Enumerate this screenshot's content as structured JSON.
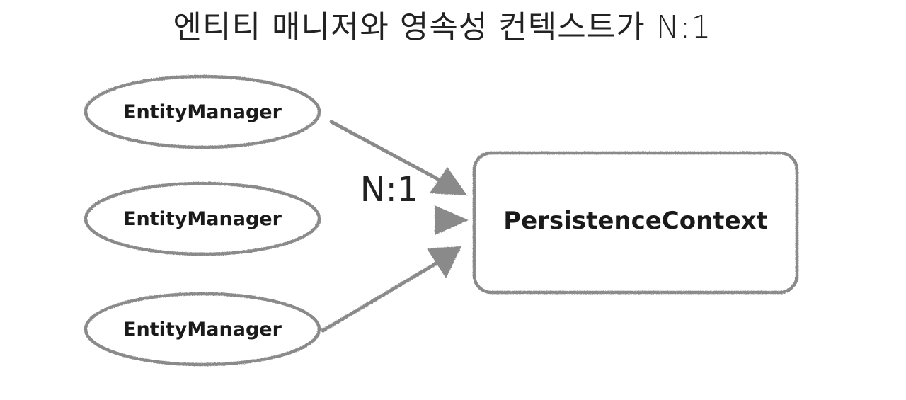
{
  "title": "엔티티 매니저와 영속성 컨텍스트가 N:1",
  "nodes": {
    "managers": [
      {
        "label": "EntityManager"
      },
      {
        "label": "EntityManager"
      },
      {
        "label": "EntityManager"
      }
    ],
    "context": {
      "label": "PersistenceContext"
    }
  },
  "relation_label": "N:1",
  "colors": {
    "stroke": "#8a8a8a",
    "text": "#1a1a1a",
    "background": "#ffffff"
  }
}
